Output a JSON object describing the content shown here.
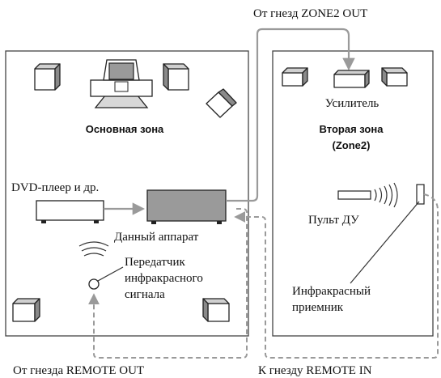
{
  "labels": {
    "zone2_out": "От гнезд ZONE2 OUT",
    "main_zone": "Основная зона",
    "second_zone": "Вторая зона",
    "zone2": "(Zone2)",
    "amplifier": "Усилитель",
    "dvd": "DVD-плеер и др.",
    "this_unit": "Данный аппарат",
    "remote": "Пульт ДУ",
    "transmitter_1": "Передатчик",
    "transmitter_2": "инфракрасного",
    "transmitter_3": "сигнала",
    "receiver_1": "Инфракрасный",
    "receiver_2": "приемник",
    "remote_out": "От гнезда REMOTE OUT",
    "remote_in": "К гнезду REMOTE IN"
  },
  "colors": {
    "cable": "#9a9a9a",
    "outline": "#222222",
    "speaker_side": "#8a8a8a"
  }
}
